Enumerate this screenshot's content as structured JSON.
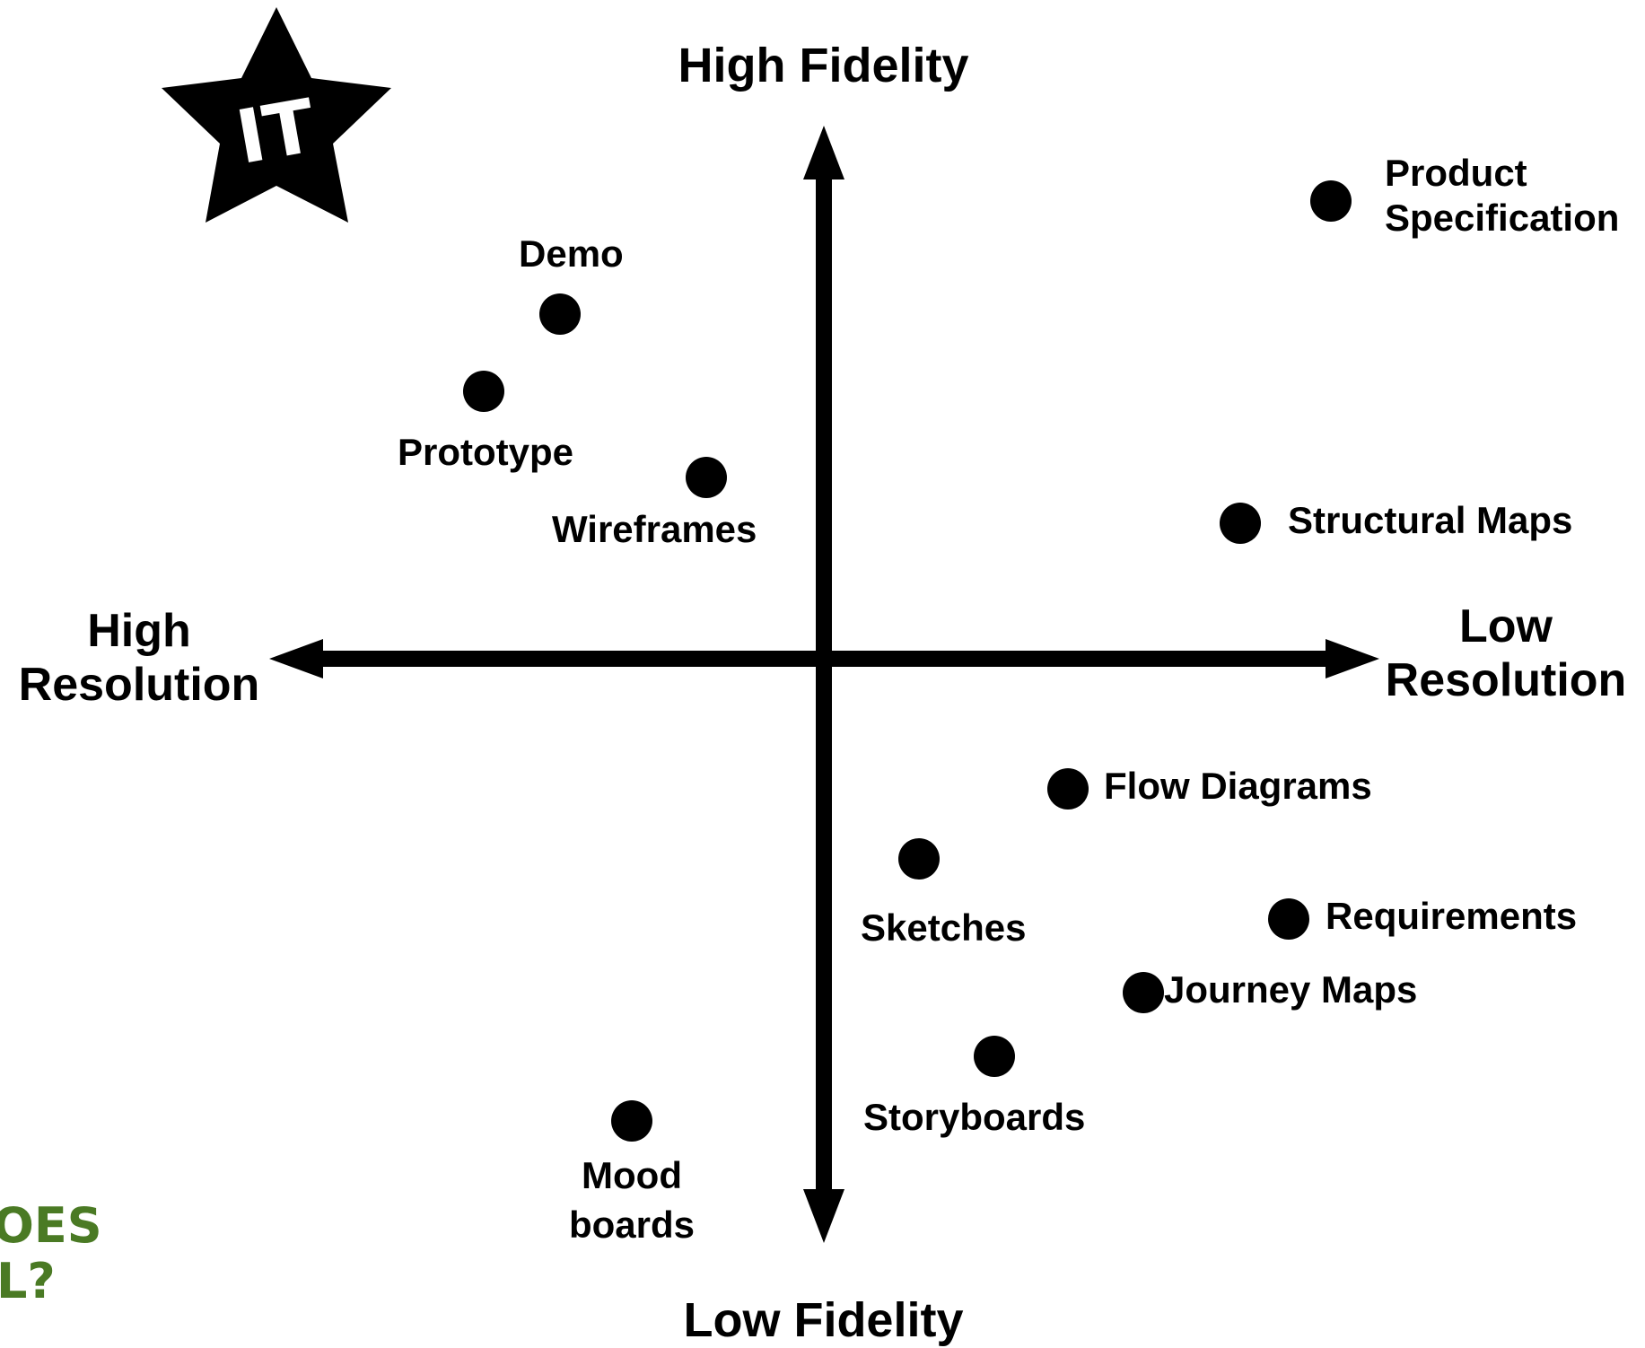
{
  "badge": {
    "text": "IT",
    "color": "#000000",
    "text_color": "#ffffff",
    "icon": "star-icon"
  },
  "axes": {
    "top": "High Fidelity",
    "bottom": "Low Fidelity",
    "left": [
      "High",
      "Resolution"
    ],
    "right": [
      "Low",
      "Resolution"
    ]
  },
  "points": [
    {
      "id": "demo",
      "label": "Demo"
    },
    {
      "id": "prototype",
      "label": "Prototype"
    },
    {
      "id": "wireframes",
      "label": "Wireframes"
    },
    {
      "id": "product-spec",
      "label": [
        "Product",
        "Specification"
      ]
    },
    {
      "id": "structural-maps",
      "label": "Structural Maps"
    },
    {
      "id": "flow-diagrams",
      "label": "Flow Diagrams"
    },
    {
      "id": "sketches",
      "label": "Sketches"
    },
    {
      "id": "requirements",
      "label": "Requirements"
    },
    {
      "id": "journey-maps",
      "label": "Journey Maps"
    },
    {
      "id": "storyboards",
      "label": "Storyboards"
    },
    {
      "id": "mood-boards",
      "label": [
        "Mood",
        "boards"
      ]
    }
  ],
  "corner_text": {
    "lines": [
      "OES",
      "L?"
    ],
    "color": "#4a7a24"
  }
}
